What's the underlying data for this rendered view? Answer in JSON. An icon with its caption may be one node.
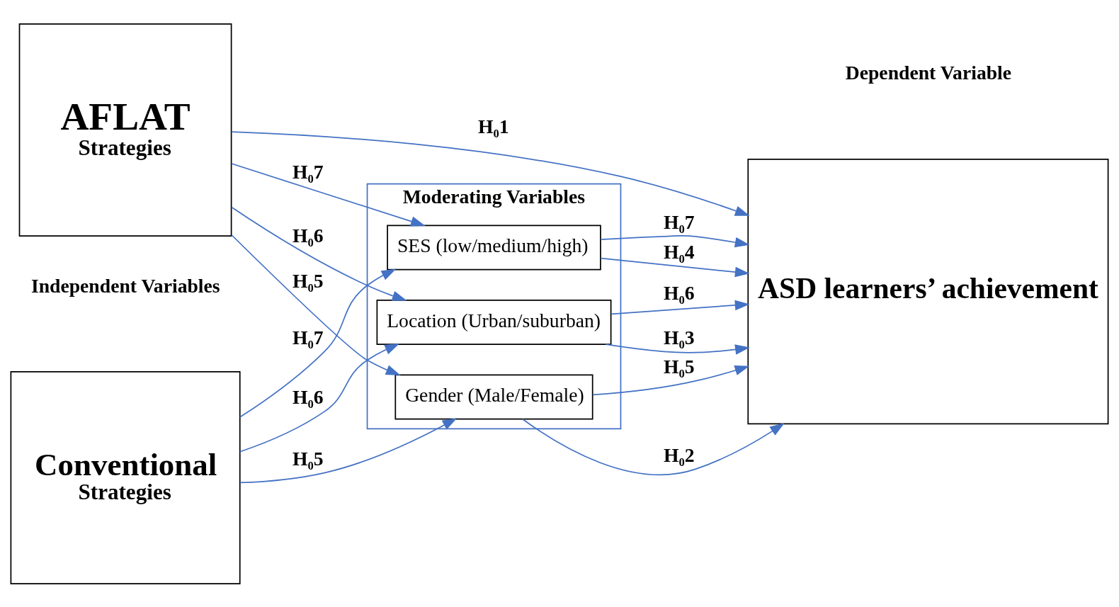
{
  "diagram": {
    "nodes": [
      {
        "text": [
          "Conventional",
          "Strategies"
        ]
      },
      {
        "text": [
          "AFLAT",
          "Strategies"
        ]
      },
      {
        "text": [
          "ASD learners’ achievement"
        ]
      },
      {
        "text": [
          "Moderating Variables"
        ]
      },
      {
        "text": [
          "Gender (Male/Female)"
        ],
        "in": 3
      },
      {
        "text": [
          "Location (Urban/suburban)"
        ],
        "in": 3
      },
      {
        "text": [
          "SES (low/medium/high)"
        ],
        "in": 3
      }
    ],
    "edges": [
      {
        "from": 1,
        "to": 2,
        "arrow": "to",
        "label": "H₀1"
      },
      {
        "from": 0,
        "to": 4,
        "arrow": "to",
        "label": "H₀5"
      },
      {
        "from": 1,
        "to": 4,
        "arrow": "to",
        "label": "H₀5"
      },
      {
        "from": 0,
        "to": 5,
        "arrow": "to",
        "label": "H₀6"
      },
      {
        "from": 1,
        "to": 5,
        "arrow": "to",
        "label": "H₀6"
      },
      {
        "from": 0,
        "to": 6,
        "arrow": "to",
        "label": "H₀7"
      },
      {
        "from": 1,
        "to": 6,
        "arrow": "to",
        "label": "H₀7"
      },
      {
        "from": 4,
        "to": 2,
        "arrow": "to",
        "label": "H₀2"
      },
      {
        "from": 4,
        "to": 2,
        "arrow": "to",
        "label": "H₀5"
      },
      {
        "from": 5,
        "to": 2,
        "arrow": "to",
        "label": "H₀3"
      },
      {
        "from": 5,
        "to": 2,
        "arrow": "to",
        "label": "H₀6"
      },
      {
        "from": 6,
        "to": 2,
        "arrow": "to",
        "label": "H₀4"
      },
      {
        "from": 6,
        "to": 2,
        "arrow": "to",
        "label": "H₀7"
      }
    ],
    "labels": [
      "Independent Variables",
      "Dependent Variable"
    ]
  }
}
